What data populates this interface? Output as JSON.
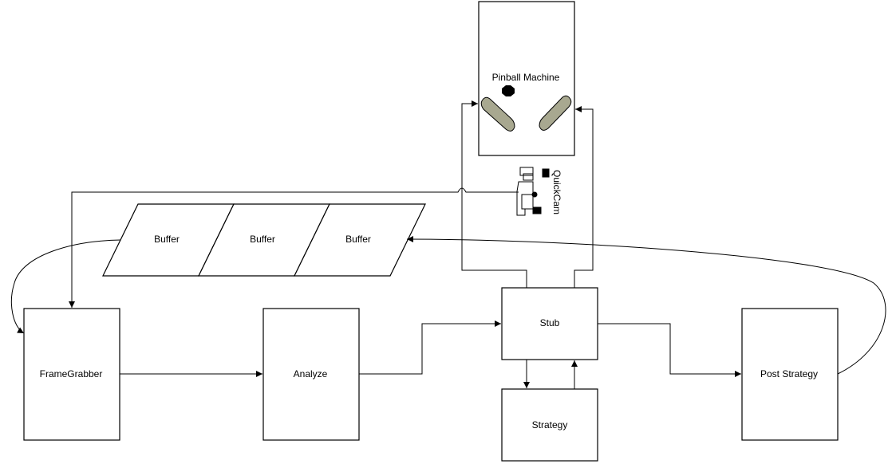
{
  "diagram": {
    "pinball": {
      "label": "Pinball Machine"
    },
    "camera": {
      "label": "QuickCam",
      "icon": "camera-icon"
    },
    "buffers": [
      "Buffer",
      "Buffer",
      "Buffer"
    ],
    "nodes": {
      "framegrabber": "FrameGrabber",
      "analyze": "Analyze",
      "stub": "Stub",
      "strategy": "Strategy",
      "post_strategy": "Post Strategy"
    },
    "colors": {
      "flipper": "#a8a890",
      "ball": "#000000",
      "stroke": "#000000"
    }
  }
}
